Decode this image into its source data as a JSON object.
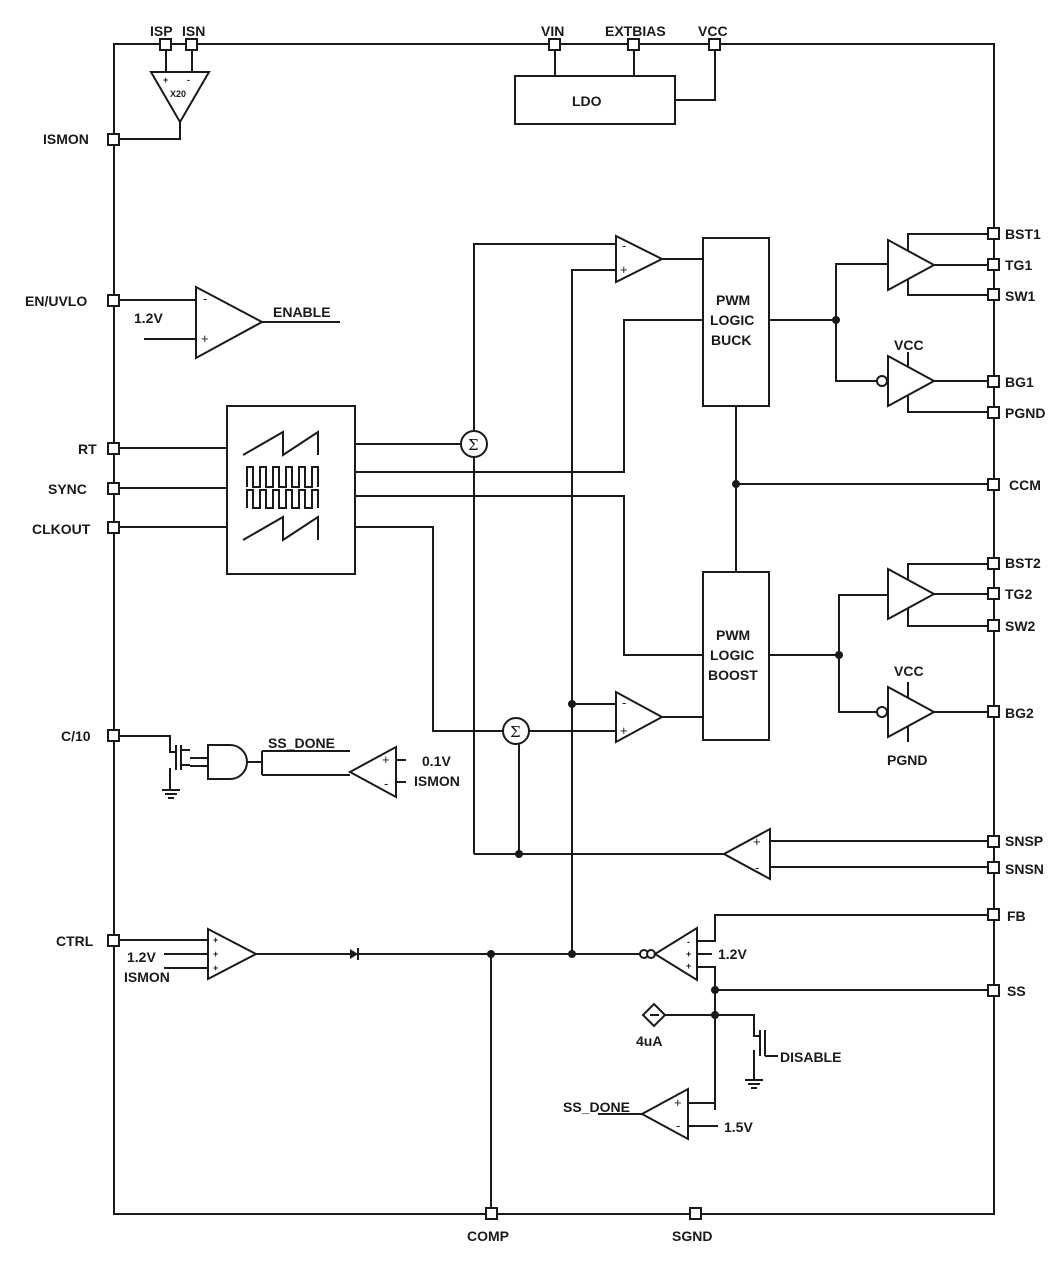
{
  "pins": {
    "isp": "ISP",
    "isn": "ISN",
    "vin": "VIN",
    "extbias": "EXTBIAS",
    "vcc": "VCC",
    "ismon": "ISMON",
    "en_uvlo": "EN/UVLO",
    "rt": "RT",
    "sync": "SYNC",
    "clkout": "CLKOUT",
    "c10": "C/10",
    "ctrl": "CTRL",
    "comp": "COMP",
    "sgnd": "SGND",
    "bst1": "BST1",
    "tg1": "TG1",
    "sw1": "SW1",
    "bg1": "BG1",
    "pgnd": "PGND",
    "ccm": "CCM",
    "bst2": "BST2",
    "tg2": "TG2",
    "sw2": "SW2",
    "bg2": "BG2",
    "snsp": "SNSP",
    "snsn": "SNSN",
    "fb": "FB",
    "ss": "SS"
  },
  "blocks": {
    "ldo": "LDO",
    "gain": "X20",
    "buck": [
      "PWM",
      "LOGIC",
      "BUCK"
    ],
    "boost": [
      "PWM",
      "LOGIC",
      "BOOST"
    ]
  },
  "labels": {
    "enable": "ENABLE",
    "ref_en": "1.2V",
    "vcc_bg1": "VCC",
    "vcc_bg2": "VCC",
    "pgnd_bg2": "PGND",
    "ss_done_and": "SS_DONE",
    "ref_01v": "0.1V",
    "ismon_cmp": "ISMON",
    "ctrl_ref": "1.2V",
    "ctrl_ismon": "ISMON",
    "ea_ref": "1.2V",
    "current_source": "4uA",
    "disable": "DISABLE",
    "ss_done_cmp": "SS_DONE",
    "ref_15v": "1.5V"
  },
  "symbols": {
    "sigma": "Σ",
    "minus": "-",
    "plus": "+"
  }
}
